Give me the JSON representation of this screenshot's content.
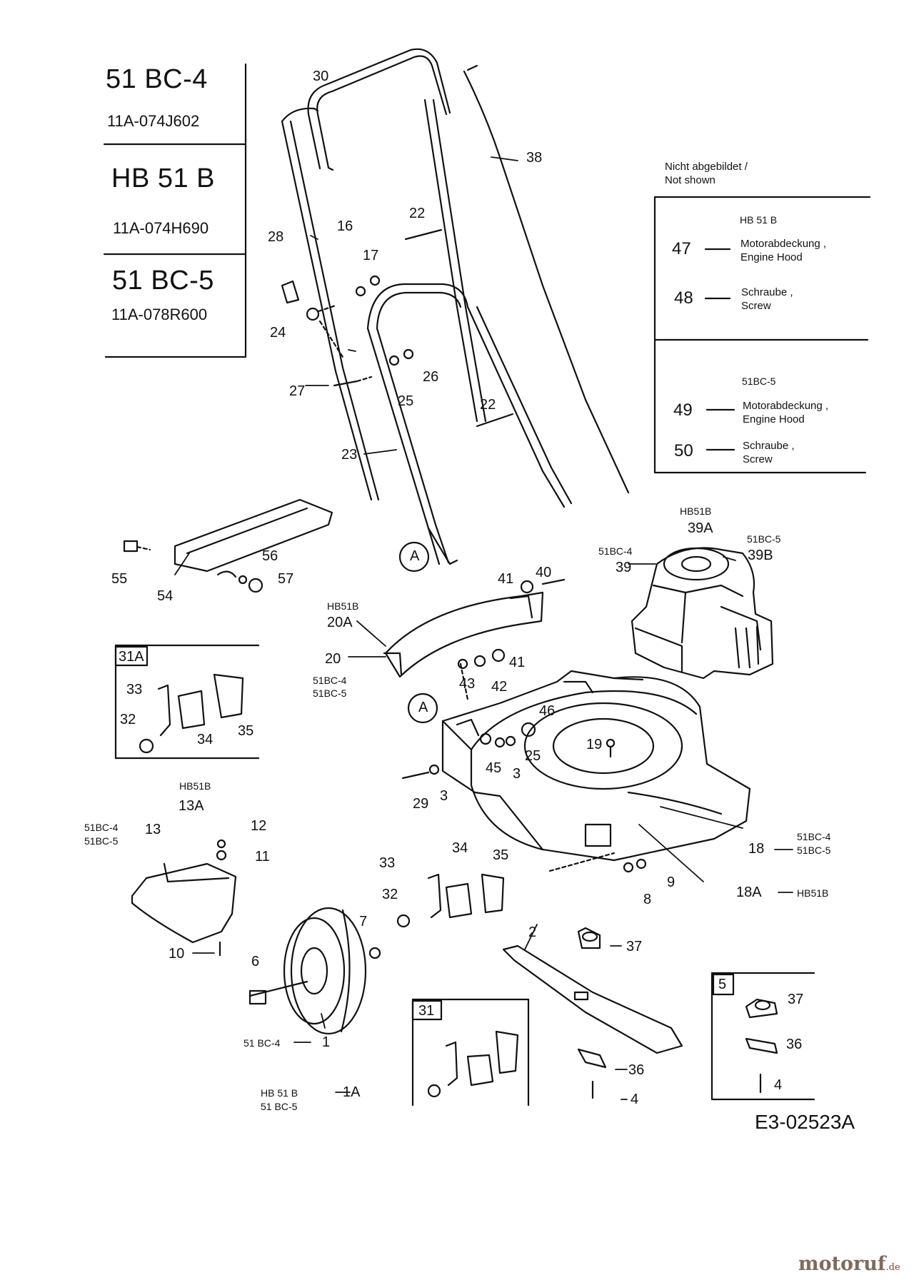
{
  "models": [
    {
      "name": "51 BC-4",
      "code": "11A-074J602"
    },
    {
      "name": "HB 51 B",
      "code": "11A-074H690"
    },
    {
      "name": "51 BC-5",
      "code": "11A-078R600"
    }
  ],
  "not_shown": {
    "title_de": "Nicht abgebildet /",
    "title_en": "Not shown",
    "groups": [
      {
        "model": "HB 51 B",
        "items": [
          {
            "num": "47",
            "de": "Motorabdeckung ,",
            "en": "Engine Hood"
          },
          {
            "num": "48",
            "de": "Schraube ,",
            "en": "Screw"
          }
        ]
      },
      {
        "model": "51BC-5",
        "items": [
          {
            "num": "49",
            "de": "Motorabdeckung ,",
            "en": "Engine Hood"
          },
          {
            "num": "50",
            "de": "Schraube ,",
            "en": "Screw"
          }
        ]
      }
    ]
  },
  "callouts": {
    "p30": "30",
    "p38": "38",
    "p22a": "22",
    "p22b": "22",
    "p28": "28",
    "p16": "16",
    "p17": "17",
    "p24": "24",
    "p26": "26",
    "p25a": "25",
    "p27": "27",
    "p23": "23",
    "p55": "55",
    "p54": "54",
    "p56": "56",
    "p57": "57",
    "pA1": "A",
    "pA2": "A",
    "p40": "40",
    "p41a": "41",
    "p41b": "41",
    "p43": "43",
    "p42": "42",
    "p20A": "20A",
    "p20": "20",
    "p39A": "39A",
    "p39": "39",
    "p39B": "39B",
    "p31A": "31A",
    "p33a": "33",
    "p32a": "32",
    "p34a": "34",
    "p35a": "35",
    "p46": "46",
    "p19": "19",
    "p45": "45",
    "p3a": "3",
    "p25b": "25",
    "p29": "29",
    "p3b": "3",
    "p18": "18",
    "p18A": "18A",
    "p9": "9",
    "p8": "8",
    "p13": "13",
    "p13A": "13A",
    "p12": "12",
    "p11": "11",
    "p10": "10",
    "p33b": "33",
    "p34b": "34",
    "p35b": "35",
    "p32b": "32",
    "p7": "7",
    "p6": "6",
    "p1": "1",
    "p1A": "1A",
    "p2": "2",
    "p37a": "37",
    "p36a": "36",
    "p4a": "4",
    "p31": "31",
    "p5": "5",
    "p37b": "37",
    "p36b": "36",
    "p4b": "4"
  },
  "variant_labels": {
    "v20A": "HB51B",
    "v20_1": "51BC-4",
    "v20_2": "51BC-5",
    "v39A": "HB51B",
    "v39": "51BC-4",
    "v39B": "51BC-5",
    "v13A": "HB51B",
    "v13_1": "51BC-4",
    "v13_2": "51BC-5",
    "v18_1": "51BC-4",
    "v18_2": "51BC-5",
    "v18A": "HB51B",
    "v1": "51 BC-4",
    "v1A_1": "HB 51 B",
    "v1A_2": "51 BC-5"
  },
  "document_id": "E3-02523A",
  "brand": {
    "name": "motoruf",
    "tld": ".de"
  }
}
